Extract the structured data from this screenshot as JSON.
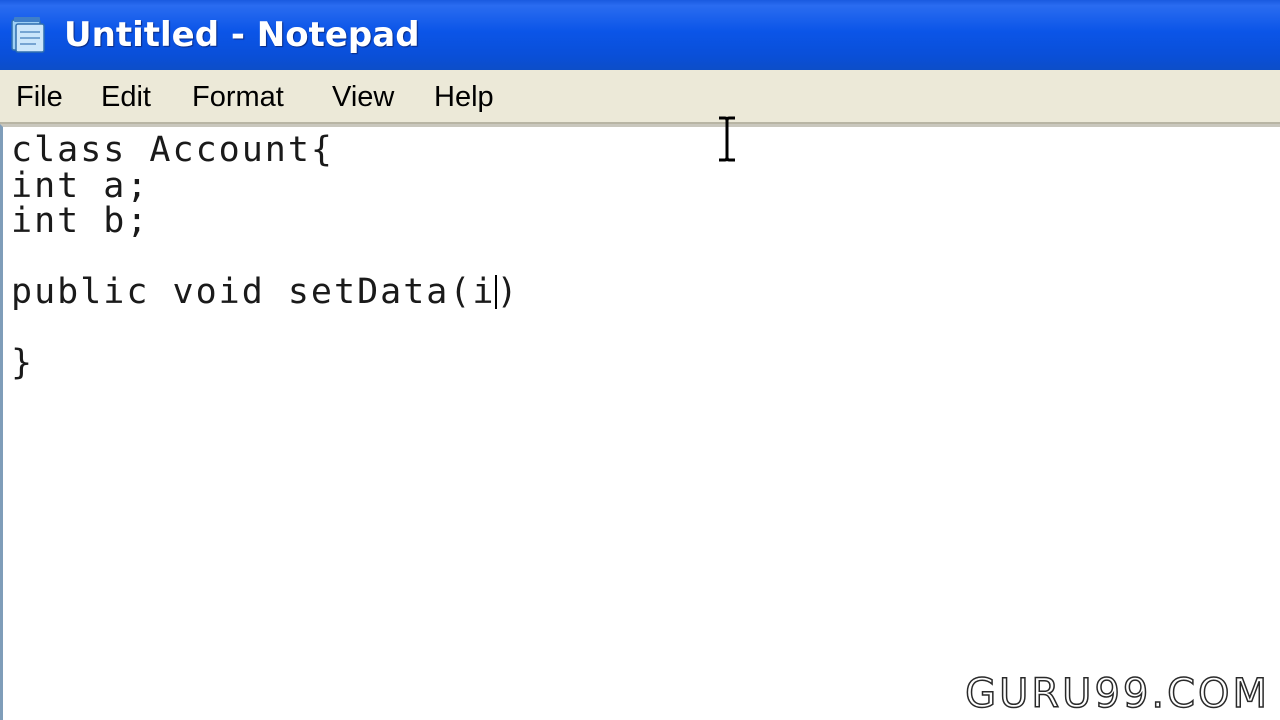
{
  "window": {
    "title": "Untitled - Notepad"
  },
  "menu": {
    "items": [
      "File",
      "Edit",
      "Format",
      "View",
      "Help"
    ]
  },
  "editor": {
    "lines": [
      "class Account{",
      "int a;",
      "int b;",
      "",
      "public void setData(i)",
      "",
      "}"
    ]
  },
  "watermark": {
    "text": "GURU99.COM"
  },
  "colors": {
    "titlebar": "#0b55e8",
    "menubar": "#ece9d8",
    "editor_bg": "#ffffff"
  },
  "icons": {
    "app": "notepad-icon",
    "cursor": "ibeam-cursor-icon"
  }
}
